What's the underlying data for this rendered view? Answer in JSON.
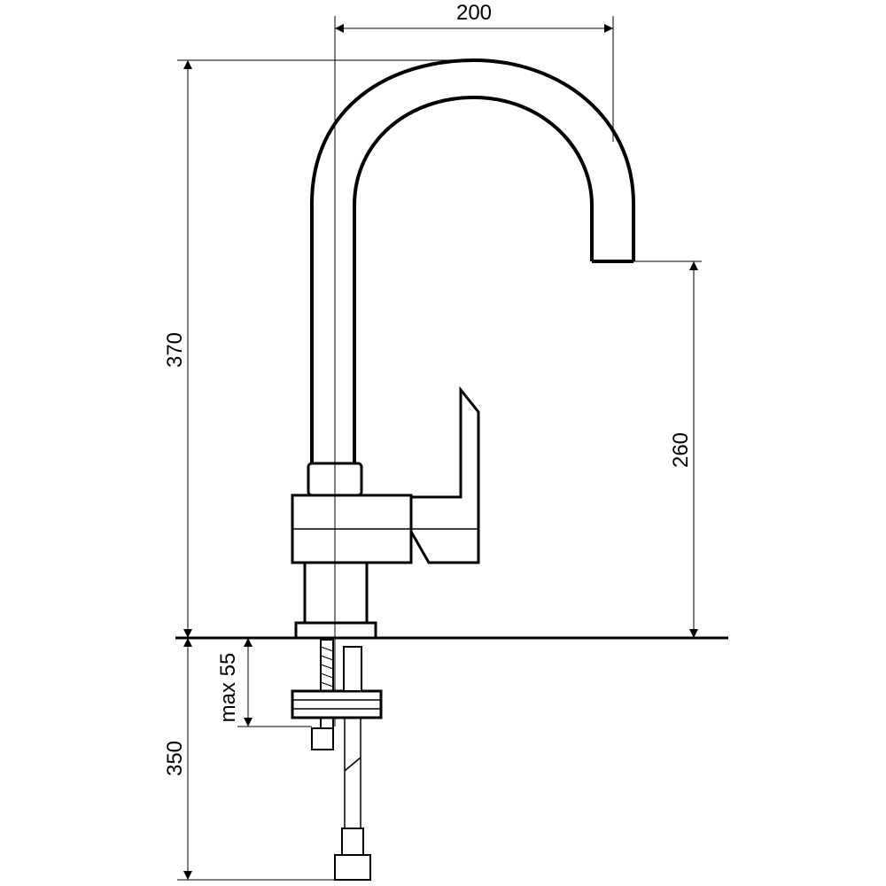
{
  "dimensions": {
    "spout_reach": "200",
    "total_height": "370",
    "spout_height": "260",
    "below_counter": "350",
    "max_countertop": "max 55"
  },
  "colors": {
    "stroke": "#000000",
    "background": "#ffffff"
  }
}
